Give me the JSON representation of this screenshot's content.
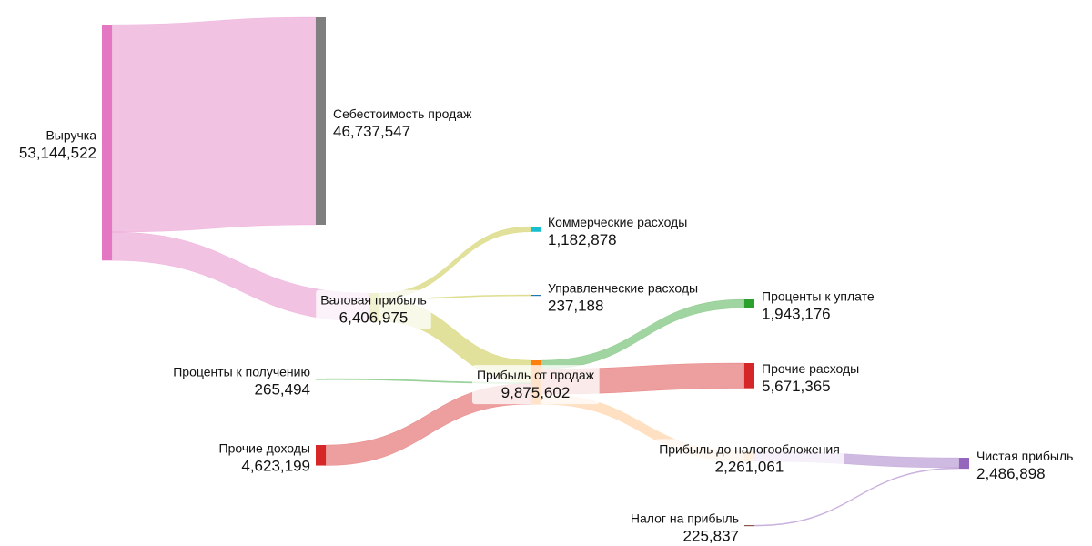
{
  "chart_data": {
    "type": "sankey",
    "nodes": [
      {
        "id": "revenue",
        "name": "Выручка",
        "value": "53,144,522",
        "color": "#e377c2"
      },
      {
        "id": "cogs",
        "name": "Себестоимость продаж",
        "value": "46,737,547",
        "color": "#7f7f7f"
      },
      {
        "id": "gross",
        "name": "Валовая прибыль",
        "value": "6,406,975",
        "color": "#bcbd22"
      },
      {
        "id": "commercial",
        "name": "Коммерческие расходы",
        "value": "1,182,878",
        "color": "#17becf"
      },
      {
        "id": "admin",
        "name": "Управленческие расходы",
        "value": "237,188",
        "color": "#1f77b4"
      },
      {
        "id": "int_recv",
        "name": "Проценты к получению",
        "value": "265,494",
        "color": "#2ca02c"
      },
      {
        "id": "other_inc",
        "name": "Прочие доходы",
        "value": "4,623,199",
        "color": "#d62728"
      },
      {
        "id": "op_profit",
        "name": "Прибыль от продаж",
        "value": "9,875,602",
        "color": "#ff7f0e"
      },
      {
        "id": "int_pay",
        "name": "Проценты к уплате",
        "value": "1,943,176",
        "color": "#2ca02c"
      },
      {
        "id": "other_exp",
        "name": "Прочие расходы",
        "value": "5,671,365",
        "color": "#d62728"
      },
      {
        "id": "pretax",
        "name": "Прибыль до налогообложения",
        "value": "2,261,061",
        "color": "#ffbb78"
      },
      {
        "id": "tax",
        "name": "Налог на прибыль",
        "value": "225,837",
        "color": "#8c564b"
      },
      {
        "id": "net",
        "name": "Чистая прибыль",
        "value": "2,486,898",
        "color": "#9467bd"
      }
    ],
    "links": [
      {
        "source": "revenue",
        "target": "cogs",
        "value": 46737547,
        "color": "#e377c2"
      },
      {
        "source": "revenue",
        "target": "gross",
        "value": 6406975,
        "color": "#e377c2"
      },
      {
        "source": "gross",
        "target": "commercial",
        "value": 1182878,
        "color": "#bcbd22"
      },
      {
        "source": "gross",
        "target": "admin",
        "value": 237188,
        "color": "#bcbd22"
      },
      {
        "source": "gross",
        "target": "op_profit",
        "value": 4986909,
        "color": "#bcbd22"
      },
      {
        "source": "int_recv",
        "target": "op_profit",
        "value": 265494,
        "color": "#2ca02c"
      },
      {
        "source": "other_inc",
        "target": "op_profit",
        "value": 4623199,
        "color": "#d62728"
      },
      {
        "source": "op_profit",
        "target": "int_pay",
        "value": 1943176,
        "color": "#2ca02c"
      },
      {
        "source": "op_profit",
        "target": "other_exp",
        "value": 5671365,
        "color": "#d62728"
      },
      {
        "source": "op_profit",
        "target": "pretax",
        "value": 2261061,
        "color": "#ffbb78"
      },
      {
        "source": "pretax",
        "target": "net",
        "value": 2261061,
        "color": "#9467bd"
      },
      {
        "source": "tax",
        "target": "net",
        "value": 225837,
        "color": "#9467bd"
      }
    ]
  }
}
